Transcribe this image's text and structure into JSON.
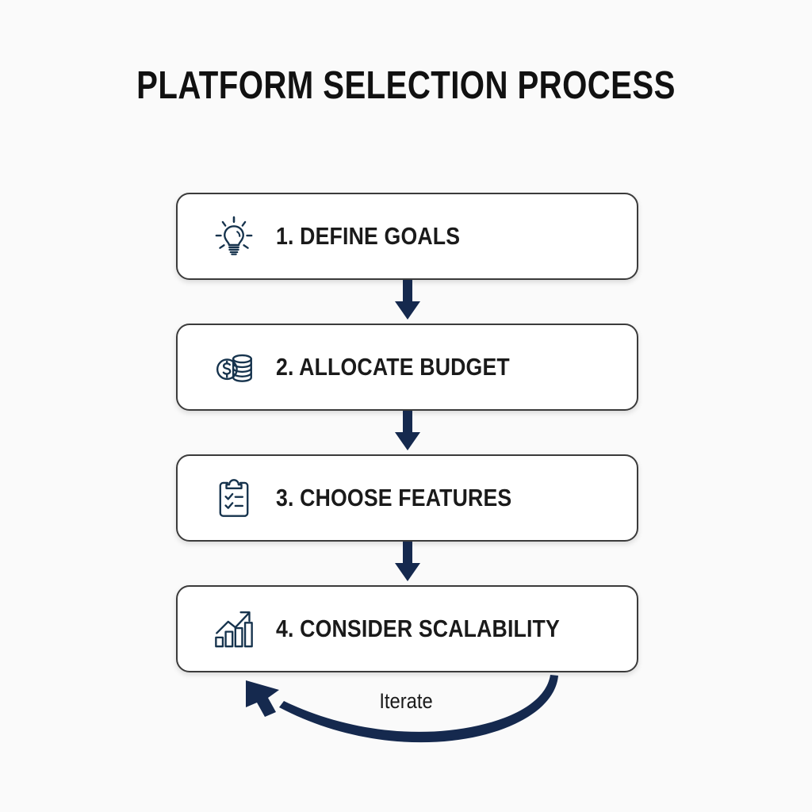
{
  "diagram": {
    "title": "PLATFORM SELECTION PROCESS",
    "background_color": "#fafafa",
    "box_border_color": "#3b3b3b",
    "box_fill_color": "#ffffff",
    "arrow_color": "#15294e",
    "icon_color": "#16334d",
    "text_color": "#1a1a1a",
    "steps": [
      {
        "label": "1. DEFINE GOALS",
        "icon": "lightbulb-icon"
      },
      {
        "label": "2. ALLOCATE BUDGET",
        "icon": "coins-icon"
      },
      {
        "label": "3. CHOOSE FEATURES",
        "icon": "clipboard-checklist-icon"
      },
      {
        "label": "4. CONSIDER SCALABILITY",
        "icon": "growth-chart-icon"
      }
    ],
    "connectors": [
      {
        "name": "arrow-step1-to-step2",
        "direction": "down"
      },
      {
        "name": "arrow-step2-to-step3",
        "direction": "down"
      },
      {
        "name": "arrow-step3-to-step4",
        "direction": "down"
      }
    ],
    "feedback": {
      "label": "Iterate",
      "direction": "right-to-left",
      "from_step": "4. CONSIDER SCALABILITY",
      "to_step": "1. DEFINE GOALS"
    }
  }
}
